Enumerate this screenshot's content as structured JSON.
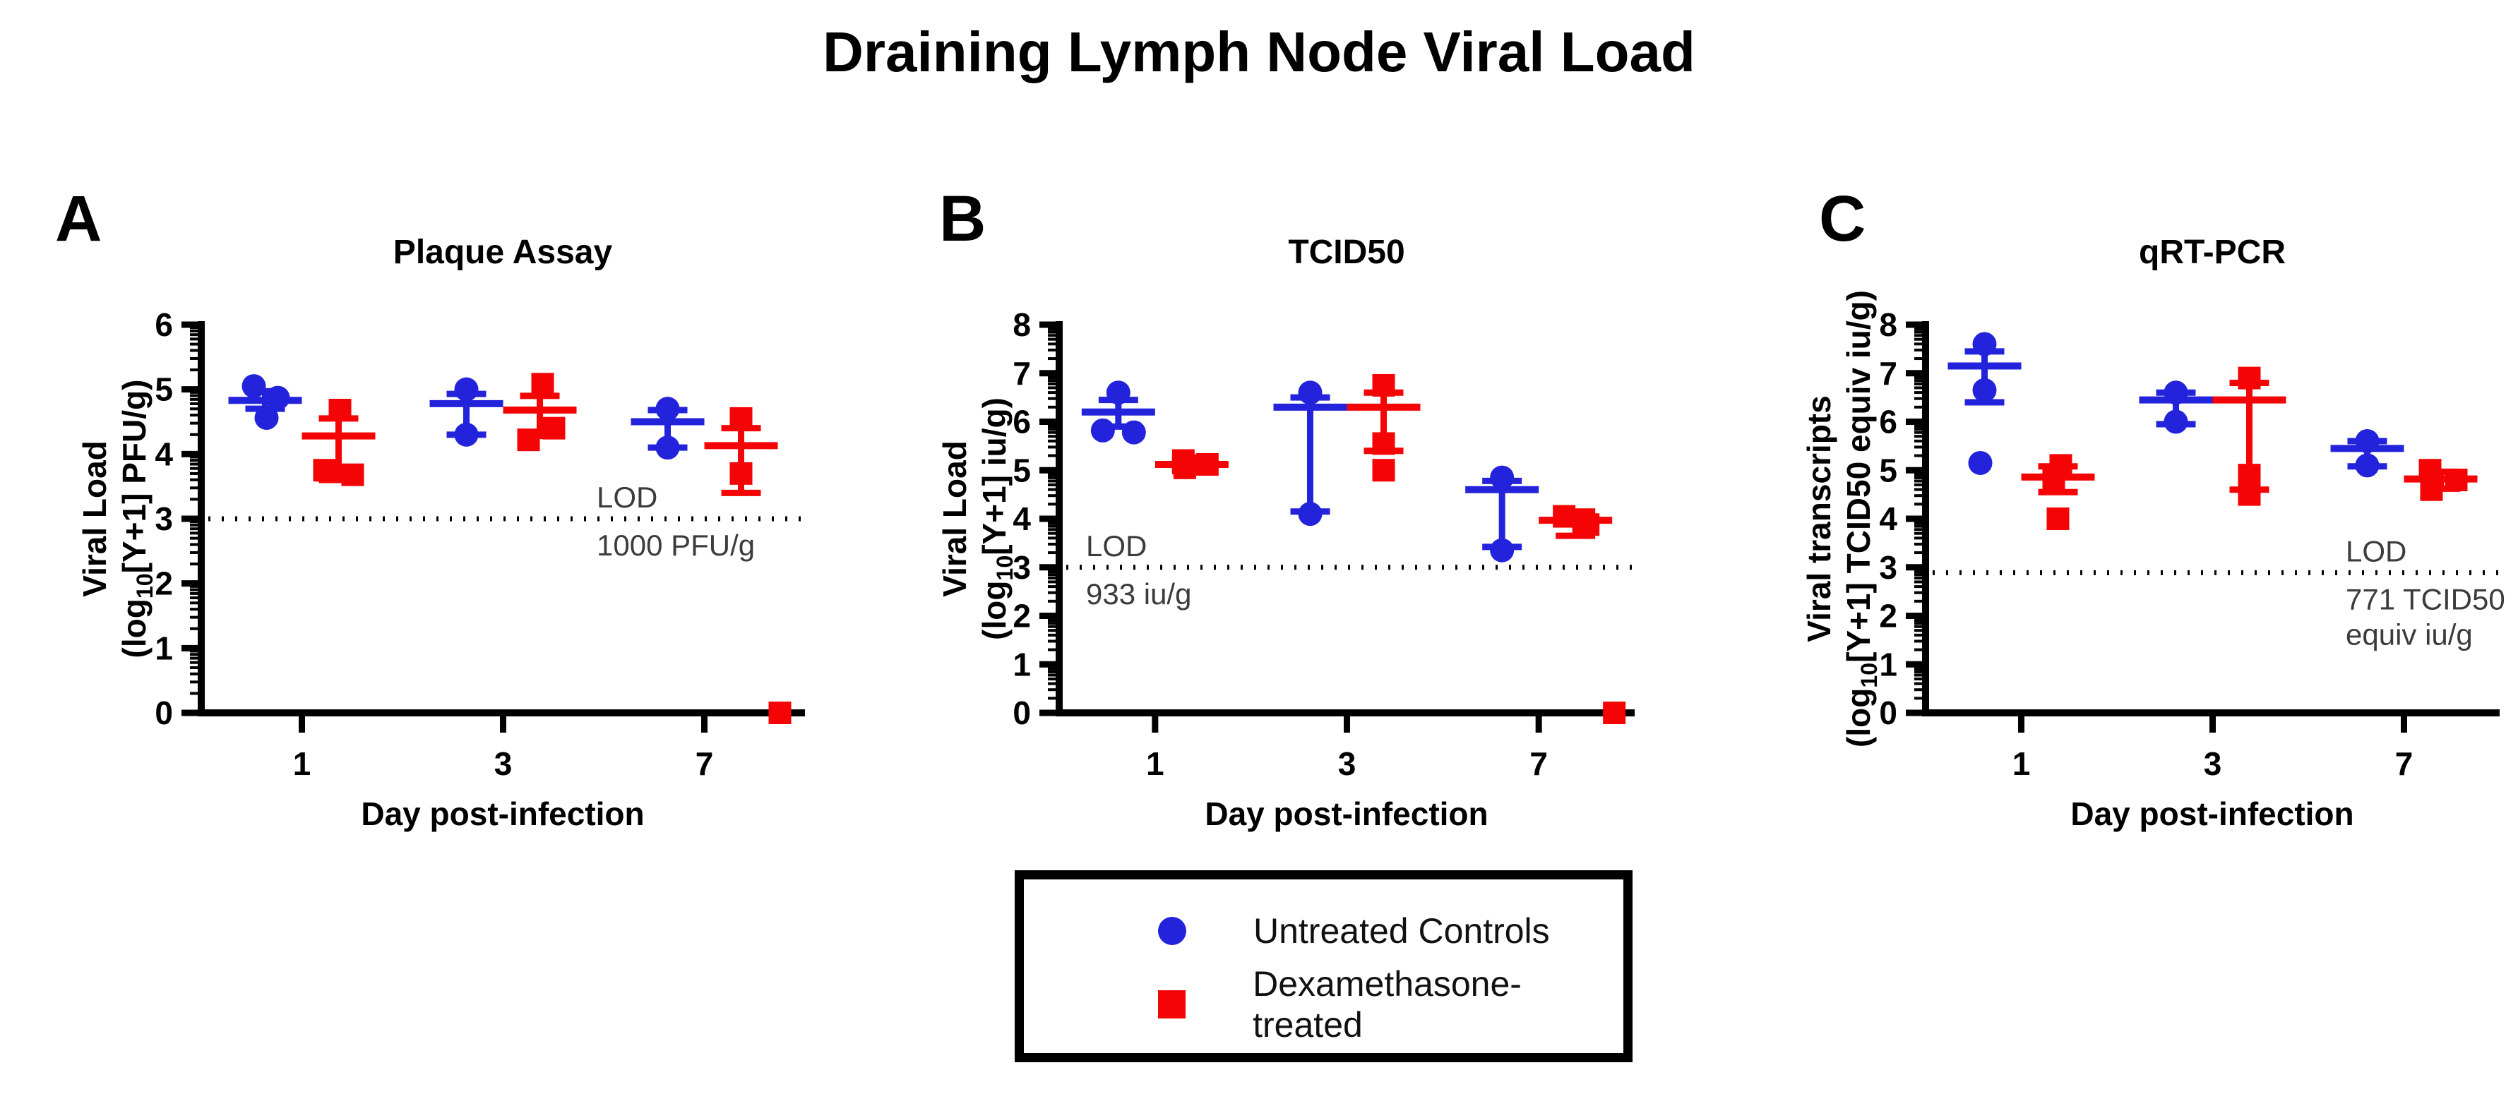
{
  "figure": {
    "title": "Draining Lymph Node Viral Load"
  },
  "xlabel": "Day post-infection",
  "days": [
    "1",
    "3",
    "7"
  ],
  "colors": {
    "untreated": "#2323DC",
    "dex": "#F40404",
    "axis": "#000000",
    "lod_text": "#3C3C3C"
  },
  "legend": {
    "items": [
      {
        "label": "Untreated Controls",
        "marker": "circle",
        "color": "#2323DC"
      },
      {
        "label": "Dexamethasone-treated",
        "marker": "square",
        "color": "#F40404"
      }
    ]
  },
  "chart_data": [
    {
      "panel": "A",
      "letter": "A",
      "type": "scatter",
      "title": "Plaque Assay",
      "ylabel": [
        "Viral Load",
        "(log10[Y+1] PFU/g)"
      ],
      "xlabel": "Day post-infection",
      "ylim": [
        0,
        6
      ],
      "yticks": [
        0,
        1,
        2,
        3,
        4,
        5,
        6
      ],
      "log_minor_ticks": true,
      "lod": {
        "value": 3,
        "label_lines": [
          "LOD",
          "1000 PFU/g"
        ]
      },
      "series": [
        {
          "day": "1",
          "group": "untreated",
          "points": [
            [
              5.05,
              -16
            ],
            [
              4.87,
              18
            ],
            [
              4.56,
              2
            ]
          ],
          "mean": 4.83,
          "err_lo": 4.7,
          "err_hi": 4.97
        },
        {
          "day": "1",
          "group": "dex",
          "points": [
            [
              4.68,
              2
            ],
            [
              3.75,
              -20
            ],
            [
              3.68,
              20
            ]
          ],
          "mean": 4.28,
          "err_lo": 3.6,
          "err_hi": 4.55
        },
        {
          "day": "3",
          "group": "untreated",
          "points": [
            [
              5.0,
              0
            ],
            [
              4.3,
              0
            ]
          ],
          "mean": 4.78,
          "err_lo": 4.3,
          "err_hi": 4.93
        },
        {
          "day": "3",
          "group": "dex",
          "points": [
            [
              5.08,
              4
            ],
            [
              4.4,
              20
            ],
            [
              4.22,
              -16
            ]
          ],
          "mean": 4.68,
          "err_lo": 4.28,
          "err_hi": 4.9
        },
        {
          "day": "7",
          "group": "untreated",
          "points": [
            [
              4.7,
              0
            ],
            [
              4.1,
              0
            ]
          ],
          "mean": 4.5,
          "err_lo": 4.1,
          "err_hi": 4.68
        },
        {
          "day": "7",
          "group": "dex",
          "points": [
            [
              4.55,
              0
            ],
            [
              3.7,
              0
            ],
            [
              0,
              55
            ]
          ],
          "mean": 4.13,
          "err_lo": 3.4,
          "err_hi": 4.4
        }
      ]
    },
    {
      "panel": "B",
      "letter": "B",
      "type": "scatter",
      "title": "TCID50",
      "ylabel": [
        "Viral Load",
        "(log10[Y+1] iu/g)"
      ],
      "xlabel": "Day post-infection",
      "ylim": [
        0,
        8
      ],
      "yticks": [
        0,
        1,
        2,
        3,
        4,
        5,
        6,
        7,
        8
      ],
      "log_minor_ticks": true,
      "lod": {
        "value": 3,
        "label_lines": [
          "LOD",
          "933 iu/g"
        ]
      },
      "series": [
        {
          "day": "1",
          "group": "untreated",
          "points": [
            [
              6.6,
              0
            ],
            [
              5.82,
              -22
            ],
            [
              5.78,
              22
            ]
          ],
          "mean": 6.2,
          "err_lo": 5.9,
          "err_hi": 6.45
        },
        {
          "day": "1",
          "group": "dex",
          "points": [
            [
              5.2,
              -12
            ],
            [
              5.05,
              -10
            ],
            [
              5.12,
              22
            ]
          ],
          "mean": 5.12,
          "err_lo": 4.98,
          "err_hi": 5.26
        },
        {
          "day": "3",
          "group": "untreated",
          "points": [
            [
              6.6,
              0
            ],
            [
              4.1,
              0
            ]
          ],
          "mean": 6.3,
          "err_lo": 4.15,
          "err_hi": 6.5
        },
        {
          "day": "3",
          "group": "dex",
          "points": [
            [
              6.75,
              0
            ],
            [
              5.55,
              0
            ],
            [
              5.0,
              0
            ]
          ],
          "mean": 6.3,
          "err_lo": 5.4,
          "err_hi": 6.6
        },
        {
          "day": "7",
          "group": "untreated",
          "points": [
            [
              4.85,
              0
            ],
            [
              3.35,
              0
            ]
          ],
          "mean": 4.6,
          "err_lo": 3.42,
          "err_hi": 4.78
        },
        {
          "day": "7",
          "group": "dex",
          "points": [
            [
              4.05,
              -16
            ],
            [
              3.88,
              18
            ],
            [
              0,
              55
            ]
          ],
          "mean": 3.97,
          "err_lo": 3.65,
          "err_hi": 4.15
        }
      ]
    },
    {
      "panel": "C",
      "letter": "C",
      "type": "scatter",
      "title": "qRT-PCR",
      "ylabel": [
        "Viral transcripts",
        "(log10[Y+1] TCID50 equiv iu/g)"
      ],
      "xlabel": "Day post-infection",
      "ylim": [
        0,
        8
      ],
      "yticks": [
        0,
        1,
        2,
        3,
        4,
        5,
        6,
        7,
        8
      ],
      "log_minor_ticks": true,
      "lod": {
        "value": 2.89,
        "label_lines": [
          "LOD",
          "771 TCID50",
          "equiv iu/g"
        ]
      },
      "series": [
        {
          "day": "1",
          "group": "untreated",
          "points": [
            [
              7.6,
              0
            ],
            [
              6.65,
              0
            ],
            [
              5.15,
              -6
            ]
          ],
          "mean": 7.15,
          "err_lo": 6.4,
          "err_hi": 7.45
        },
        {
          "day": "1",
          "group": "dex",
          "points": [
            [
              5.1,
              4
            ],
            [
              4.8,
              -6
            ],
            [
              4.0,
              0
            ]
          ],
          "mean": 4.86,
          "err_lo": 4.55,
          "err_hi": 5.08
        },
        {
          "day": "3",
          "group": "untreated",
          "points": [
            [
              6.6,
              0
            ],
            [
              6.0,
              0
            ]
          ],
          "mean": 6.45,
          "err_lo": 5.95,
          "err_hi": 6.6
        },
        {
          "day": "3",
          "group": "dex",
          "points": [
            [
              6.9,
              0
            ],
            [
              4.9,
              0
            ],
            [
              4.5,
              0
            ]
          ],
          "mean": 6.45,
          "err_lo": 4.6,
          "err_hi": 6.8
        },
        {
          "day": "7",
          "group": "untreated",
          "points": [
            [
              5.6,
              0
            ],
            [
              5.1,
              0
            ]
          ],
          "mean": 5.45,
          "err_lo": 5.08,
          "err_hi": 5.6
        },
        {
          "day": "7",
          "group": "dex",
          "points": [
            [
              5.0,
              -15
            ],
            [
              4.8,
              22
            ],
            [
              4.6,
              -13
            ]
          ],
          "mean": 4.82,
          "err_lo": 4.62,
          "err_hi": 4.97
        }
      ]
    }
  ]
}
